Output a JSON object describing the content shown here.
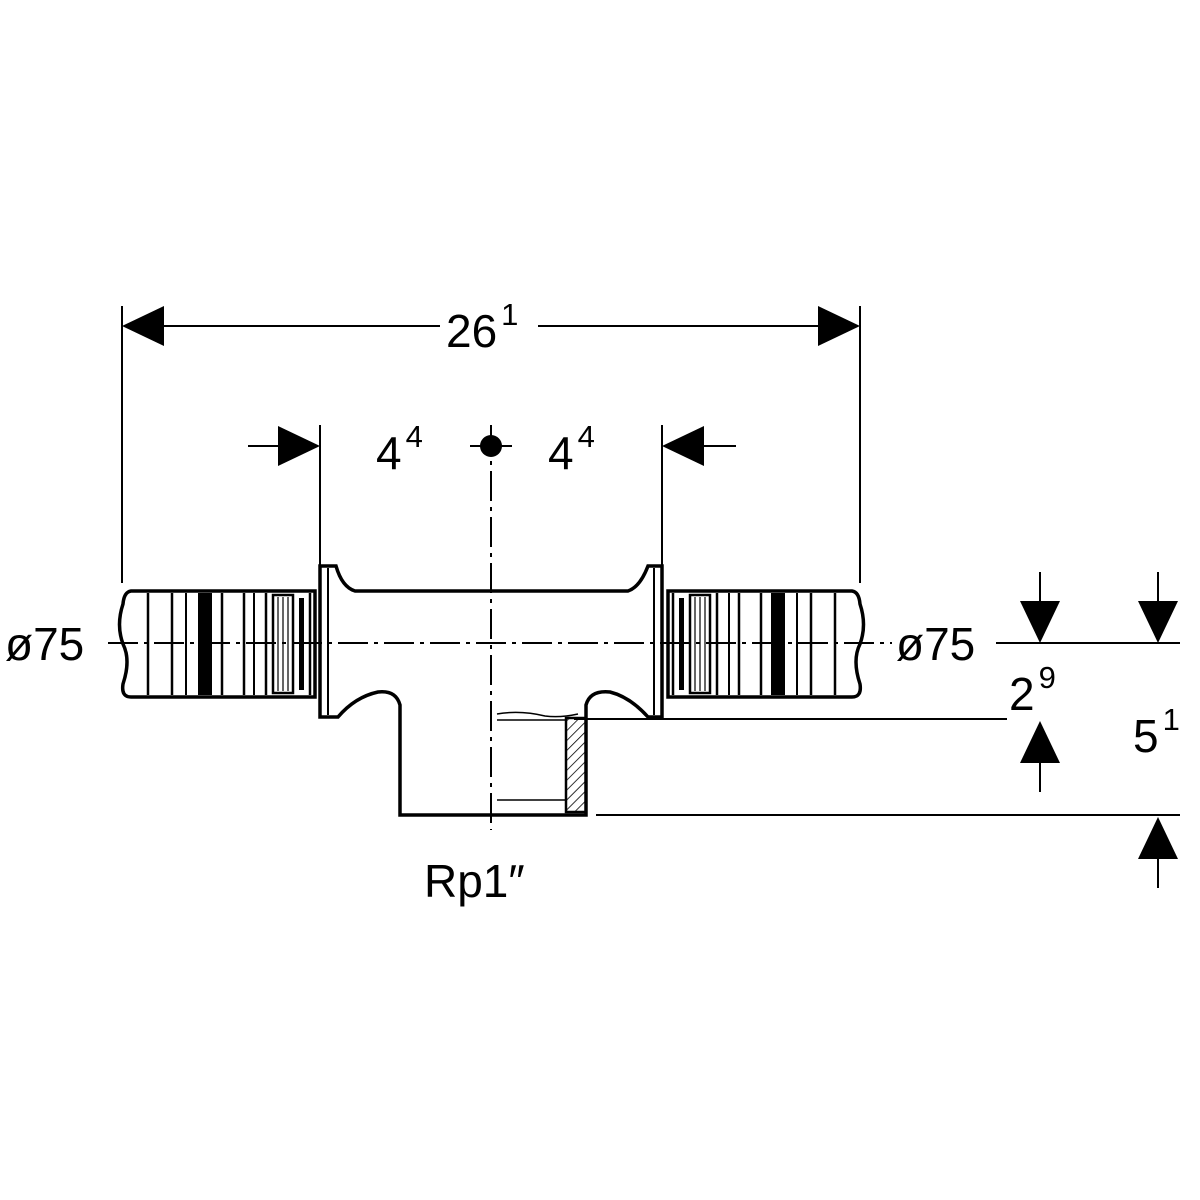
{
  "dimensions": {
    "overall_length": {
      "base": "26",
      "sup": "1"
    },
    "left_insertion": {
      "base": "4",
      "sup": "4"
    },
    "right_insertion": {
      "base": "4",
      "sup": "4"
    },
    "branch_offset": {
      "base": "2",
      "sup": "9"
    },
    "total_height": {
      "base": "5",
      "sup": "1"
    }
  },
  "pipe_diameter_left": "ø75",
  "pipe_diameter_right": "ø75",
  "branch_thread": "Rp1″"
}
